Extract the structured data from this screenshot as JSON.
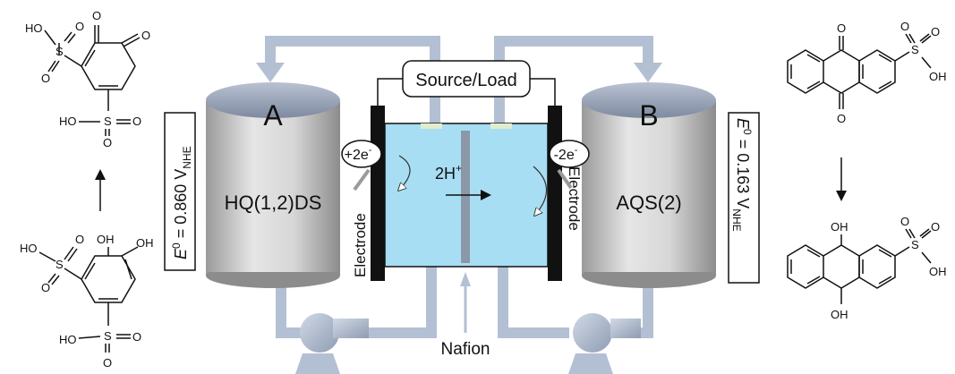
{
  "source_load": {
    "label": "Source/Load"
  },
  "tank_a": {
    "letter": "A",
    "species": "HQ(1,2)DS",
    "potential_prefix": "E",
    "potential_sup": "0",
    "potential_value": " = 0.860 V",
    "potential_sub": "NHE"
  },
  "tank_b": {
    "letter": "B",
    "species": "AQS(2)",
    "potential_prefix": "E",
    "potential_sup": "0",
    "potential_value": " = 0.163 V",
    "potential_sub": "NHE"
  },
  "cell": {
    "left_electrode": "Electrode",
    "right_electrode": "Electrode",
    "left_electrons": "+2e",
    "right_electrons": "-2e",
    "electron_sup": "-",
    "proton_label": "2H",
    "proton_sup": "+",
    "membrane": "Nafion"
  },
  "molecules": {
    "hydroxyl": "OH",
    "oxygen": "O",
    "sulfur": "S",
    "ho_prefix": "HO",
    "sulfonic_left": "HO",
    "sulfonic_right": "OH"
  },
  "colors": {
    "pipe": "#b3c0d4",
    "electrolyte": "#a7def3",
    "membrane": "#8c98a7"
  }
}
